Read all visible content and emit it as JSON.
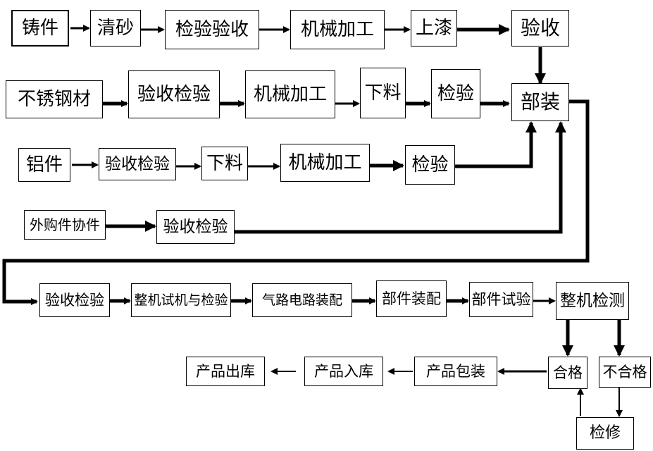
{
  "colors": {
    "line": "#000000",
    "box_border": "#000000",
    "background": "#ffffff",
    "text": "#000000"
  },
  "rows": {
    "casting": [
      "铸件",
      "清砂",
      "检验验收",
      "机械加工",
      "上漆",
      "验收"
    ],
    "stainless": [
      "不锈钢材",
      "验收检验",
      "机械加工",
      "下料",
      "检验",
      "部装"
    ],
    "aluminum": [
      "铝件",
      "验收检验",
      "下料",
      "机械加工",
      "检验"
    ],
    "purchased": [
      "外购件协件",
      "验收检验"
    ],
    "assembly": [
      "验收检验",
      "整机试机与检验",
      "气路电路装配",
      "部件装配",
      "部件试验",
      "整机检测"
    ],
    "result": [
      "合格",
      "不合格",
      "检修"
    ],
    "output": [
      "产品包装",
      "产品入库",
      "产品出库"
    ]
  }
}
